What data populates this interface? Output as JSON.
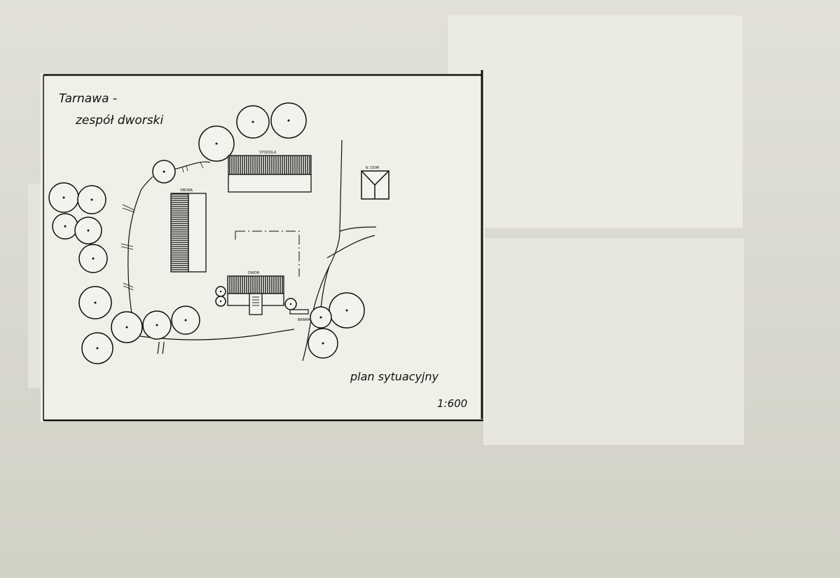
{
  "drawing": {
    "title_line1": "Tarnawa -",
    "title_line2": "zespół dworski",
    "subtitle": "plan sytuacyjny",
    "scale": "1:600",
    "labels": {
      "stodola": "STODOLA",
      "obora": "OBORA",
      "n_dom": "N. DOM",
      "dwor": "DWOR",
      "brama": "BRAMA"
    }
  }
}
